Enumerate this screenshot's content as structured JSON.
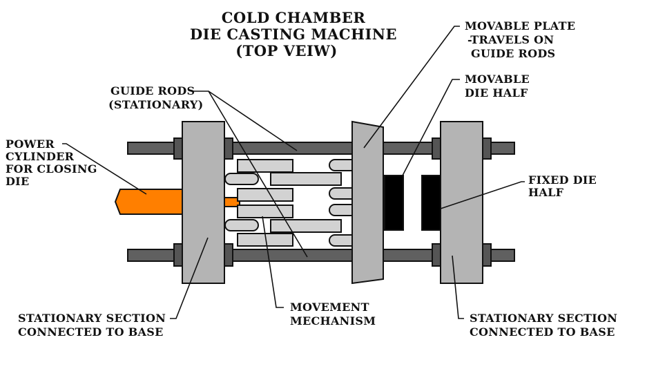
{
  "title": {
    "line1": "COLD CHAMBER",
    "line2": "DIE CASTING MACHINE",
    "line3": "(TOP VEIW)"
  },
  "labels": {
    "guide_rods": [
      "GUIDE RODS",
      "(STATIONARY)"
    ],
    "power_cylinder": [
      "POWER",
      "CYLINDER",
      "FOR CLOSING",
      "DIE"
    ],
    "movable_plate": [
      "MOVABLE PLATE",
      "-TRAVELS ON",
      "GUIDE RODS"
    ],
    "movable_die_half": [
      "MOVABLE",
      "DIE HALF"
    ],
    "fixed_die_half": [
      "FIXED DIE",
      "HALF"
    ],
    "movement_mechanism": [
      "MOVEMENT",
      "MECHANISM"
    ],
    "stationary_section_left": [
      "STATIONARY SECTION",
      "CONNECTED TO BASE"
    ],
    "stationary_section_right": [
      "STATIONARY SECTION",
      "CONNECTED TO BASE"
    ]
  },
  "colors": {
    "background": "#ffffff",
    "outline": "#111111",
    "rod": "#606060",
    "nut": "#555555",
    "section": "#b4b4b4",
    "linkage": "#d2d2d2",
    "die": "#000000",
    "cylinder": "#ff7f00"
  }
}
